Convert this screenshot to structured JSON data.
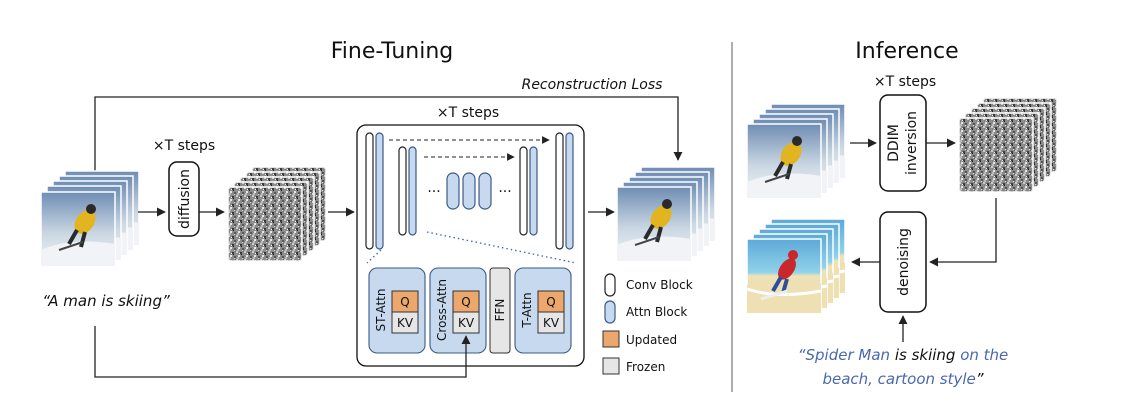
{
  "fine_tuning": {
    "title": "Fine-Tuning",
    "reconstruction_loss": "Reconstruction Loss",
    "diffusion_steps": "×T steps",
    "diffusion_box": "diffusion",
    "unet_steps": "×T steps",
    "prompt": "“A man is skiing”",
    "dots": "···",
    "blocks": {
      "st_attn": "ST-Attn",
      "cross_attn": "Cross-Attn",
      "ffn": "FFN",
      "t_attn": "T-Attn",
      "q": "Q",
      "kv": "KV"
    }
  },
  "legend": {
    "conv_block": "Conv Block",
    "attn_block": "Attn Block",
    "updated": "Updated",
    "frozen": "Frozen"
  },
  "inference": {
    "title": "Inference",
    "steps": "×T steps",
    "ddim_line1": "DDIM",
    "ddim_line2": "inversion",
    "denoising": "denoising",
    "prompt_open": "“",
    "prompt_blue1": "Spider Man",
    "prompt_black1": " is skiing ",
    "prompt_blue2": "on the",
    "prompt_blue3": "beach, cartoon style",
    "prompt_close": "”"
  },
  "colors": {
    "attn_fill": "#c7d9ee",
    "attn_stroke": "#3c5a86",
    "updated": "#eca76c",
    "frozen": "#e6e6e6",
    "blue_text": "#4a68b0"
  }
}
